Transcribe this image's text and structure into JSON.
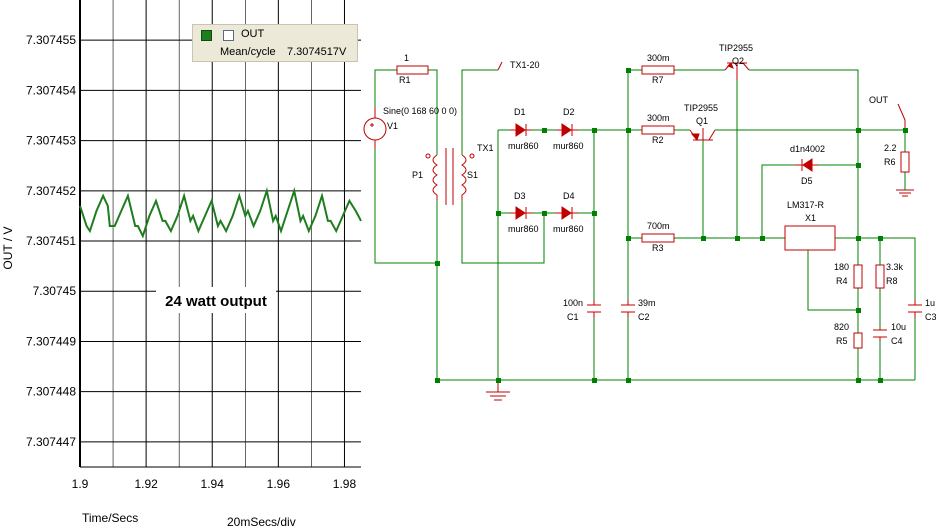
{
  "chart_data": {
    "type": "line",
    "xlabel": "Time/Secs",
    "ylabel": "OUT / V",
    "scale_label": "20mSecs/div",
    "xlim": [
      1.9,
      1.985
    ],
    "ylim": [
      7.3074465,
      7.3074558
    ],
    "x_ticks": [
      1.9,
      1.92,
      1.94,
      1.96,
      1.98
    ],
    "x_tick_labels": [
      "1.9",
      "1.92",
      "1.94",
      "1.96",
      "1.98"
    ],
    "y_ticks": [
      7.307447,
      7.307448,
      7.307449,
      7.30745,
      7.307451,
      7.307452,
      7.307453,
      7.307454,
      7.307455
    ],
    "y_tick_labels": [
      "7.307447",
      "7.307448",
      "7.307449",
      "7.30745",
      "7.307451",
      "7.307452",
      "7.307453",
      "7.307454",
      "7.307455"
    ],
    "annotation": "24 watt output",
    "series": [
      {
        "name": "OUT",
        "color": "#1e7d1e",
        "x": [
          1.9,
          1.901,
          1.902,
          1.903,
          1.905,
          1.907,
          1.9084,
          1.909,
          1.9105,
          1.9125,
          1.9145,
          1.9167,
          1.9175,
          1.919,
          1.921,
          1.923,
          1.925,
          1.9258,
          1.9275,
          1.9295,
          1.9315,
          1.9334,
          1.9342,
          1.9358,
          1.9378,
          1.9398,
          1.9417,
          1.9425,
          1.9442,
          1.9462,
          1.9482,
          1.95,
          1.9508,
          1.9525,
          1.9545,
          1.9565,
          1.9584,
          1.9592,
          1.9608,
          1.9628,
          1.9648,
          1.9667,
          1.9675,
          1.9692,
          1.9712,
          1.9732,
          1.975,
          1.9758,
          1.9775,
          1.9795,
          1.9815,
          1.9834,
          1.9842,
          1.985
        ],
        "y": [
          7.3074517,
          7.3074515,
          7.3074513,
          7.3074512,
          7.3074516,
          7.3074519,
          7.3074517,
          7.3074513,
          7.3074513,
          7.3074516,
          7.3074519,
          7.3074513,
          7.3074513,
          7.3074511,
          7.3074515,
          7.3074518,
          7.3074514,
          7.3074514,
          7.3074512,
          7.3074515,
          7.3074519,
          7.3074514,
          7.3074515,
          7.3074512,
          7.3074515,
          7.3074518,
          7.3074513,
          7.3074514,
          7.3074512,
          7.3074515,
          7.3074519,
          7.3074515,
          7.3074516,
          7.3074513,
          7.3074516,
          7.307452,
          7.3074514,
          7.3074515,
          7.3074512,
          7.3074516,
          7.307452,
          7.3074514,
          7.3074515,
          7.3074512,
          7.3074515,
          7.3074519,
          7.3074514,
          7.3074514,
          7.3074512,
          7.3074515,
          7.3074518,
          7.3074516,
          7.3074515,
          7.3074514
        ]
      }
    ]
  },
  "legend": {
    "series_name": "OUT",
    "mean_label": "Mean/cycle",
    "mean_value": "7.3074517V"
  },
  "schematic": {
    "labels": {
      "r1_val": "1",
      "r1": "R1",
      "source_val": "Sine(0 168 60 0 0)",
      "v1": "V1",
      "tx_pin": "TX1-20",
      "tx1": "TX1",
      "p1": "P1",
      "s1": "S1",
      "d1": "D1",
      "d1_model": "mur860",
      "d2": "D2",
      "d2_model": "mur860",
      "d3": "D3",
      "d3_model": "mur860",
      "d4": "D4",
      "d4_model": "mur860",
      "r7_val": "300m",
      "r7": "R7",
      "r2_val": "300m",
      "r2": "R2",
      "r3_val": "700m",
      "r3": "R3",
      "q2_model": "TIP2955",
      "q2": "Q2",
      "q1_model": "TIP2955",
      "q1": "Q1",
      "d5_model": "d1n4002",
      "d5": "D5",
      "x1_model": "LM317-R",
      "x1": "X1",
      "out_label": "OUT",
      "r6_val": "2.2",
      "r6": "R6",
      "c1_val": "100n",
      "c1": "C1",
      "c2_val": "39m",
      "c2": "C2",
      "r4_val": "180",
      "r4": "R4",
      "r8_val": "3.3k",
      "r8": "R8",
      "c3_val": "1u",
      "c3": "C3",
      "r5_val": "820",
      "r5": "R5",
      "c4_val": "10u",
      "c4": "C4"
    },
    "colors": {
      "wire": "#008000",
      "component": "#c00000",
      "node": "#008000"
    }
  }
}
